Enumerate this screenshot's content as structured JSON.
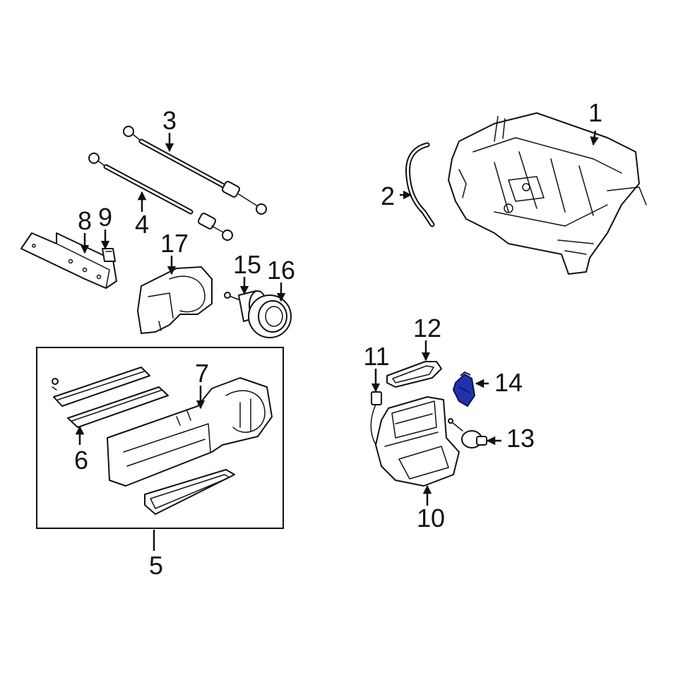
{
  "callouts": {
    "c1": "1",
    "c2": "2",
    "c3": "3",
    "c4": "4",
    "c5": "5",
    "c6": "6",
    "c7": "7",
    "c8": "8",
    "c9": "9",
    "c10": "10",
    "c11": "11",
    "c12": "12",
    "c13": "13",
    "c14": "14",
    "c15": "15",
    "c16": "16",
    "c17": "17"
  },
  "highlight_color": "#2233aa",
  "highlighted_part": "14"
}
